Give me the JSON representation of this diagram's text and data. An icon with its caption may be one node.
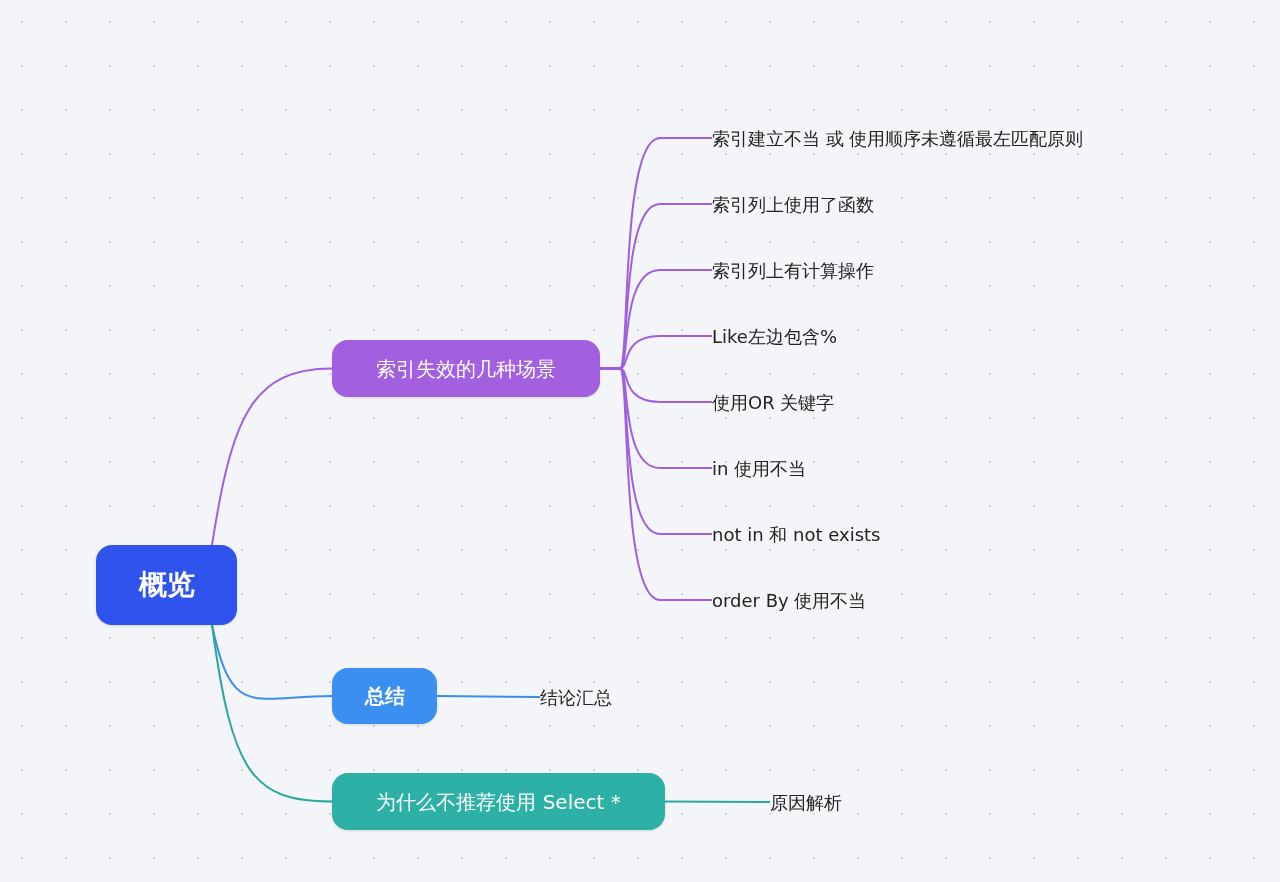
{
  "diagram": {
    "nodes": [
      {
        "text": [
          "概览"
        ]
      },
      {
        "text": [
          "索引失效的几种场景"
        ]
      },
      {
        "text": [
          "索引建立不当 或 使用顺序未遵循最左匹配原则"
        ]
      },
      {
        "text": [
          "索引列上使用了函数"
        ]
      },
      {
        "text": [
          "索引列上有计算操作"
        ]
      },
      {
        "text": [
          "Like左边包含%"
        ]
      },
      {
        "text": [
          "使用OR 关键字"
        ]
      },
      {
        "text": [
          "in 使用不当"
        ]
      },
      {
        "text": [
          "not in 和 not exists"
        ]
      },
      {
        "text": [
          "order By  使用不当"
        ]
      },
      {
        "text": [
          "总结"
        ]
      },
      {
        "text": [
          "结论汇总"
        ]
      },
      {
        "text": [
          "为什么不推荐使用 Select *"
        ]
      },
      {
        "text": [
          "原因解析"
        ]
      }
    ],
    "edges": [
      {
        "from": 0,
        "to": 1,
        "arrow": "none"
      },
      {
        "from": 1,
        "to": 2,
        "arrow": "none"
      },
      {
        "from": 1,
        "to": 3,
        "arrow": "none"
      },
      {
        "from": 1,
        "to": 4,
        "arrow": "none"
      },
      {
        "from": 1,
        "to": 5,
        "arrow": "none"
      },
      {
        "from": 1,
        "to": 6,
        "arrow": "none"
      },
      {
        "from": 1,
        "to": 7,
        "arrow": "none"
      },
      {
        "from": 1,
        "to": 8,
        "arrow": "none"
      },
      {
        "from": 1,
        "to": 9,
        "arrow": "none"
      },
      {
        "from": 0,
        "to": 10,
        "arrow": "none",
        "color": "#3a8ee8"
      },
      {
        "from": 10,
        "to": 11,
        "arrow": "none",
        "color": "#3a8ee8"
      },
      {
        "from": 0,
        "to": 12,
        "arrow": "none",
        "color": "#2aa89c"
      },
      {
        "from": 12,
        "to": 13,
        "arrow": "none",
        "color": "#2aa89c"
      }
    ]
  }
}
